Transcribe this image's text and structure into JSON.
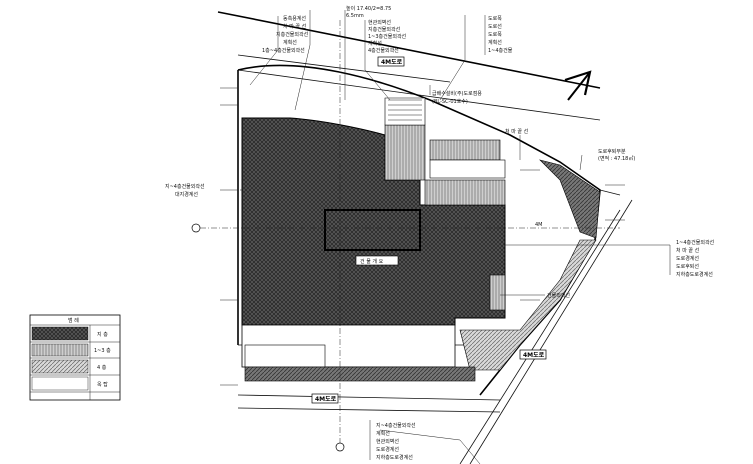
{
  "top_left_labels": [
    "동측용계선",
    "처 마 끝 선",
    "지층건물외곽선",
    "계획선",
    "1층~4층건물외곽선"
  ],
  "top_mid_labels": [
    "높이 17.40/2=8.75",
    "6.5mm",
    "현관외벽선",
    "지층건물외곽선",
    "1~3층건물외곽선",
    "계획선",
    "4층건물외곽선"
  ],
  "top_right_labels": [
    "도로폭",
    "도로선",
    "도로폭",
    "계획선",
    "1~4층건물"
  ],
  "road_top": "4M도로",
  "road_bottom": "4M도로",
  "road_right": "4M도로",
  "utility_label": "급배수설비(주)도로점용",
  "utility_sub": "(BL-SC-01호수)",
  "eave_label": "처 마 끝 선",
  "road_widening": "도로후퇴부분",
  "road_widening_sub": "(면적 : 47.18㎡)",
  "left_labels": [
    "지~4층건물외곽선",
    "대지경계선"
  ],
  "right_labels": [
    "1~4층건물외곽선",
    "처 마 끝 선",
    "도로경계선",
    "도로후퇴선",
    "지하층도로경계선"
  ],
  "center_label": "건 물 개 요",
  "mid_right_label": "건물외곽선",
  "bottom_labels": [
    "지~4층건물외곽선",
    "계획선",
    "현관외벽선",
    "도로경계선",
    "지하층도로경계선"
  ],
  "dim_label": "4M",
  "legend": {
    "title": "범 례",
    "rows": [
      "지 층",
      "1~3 층",
      "4 층",
      "옥 탑"
    ]
  }
}
